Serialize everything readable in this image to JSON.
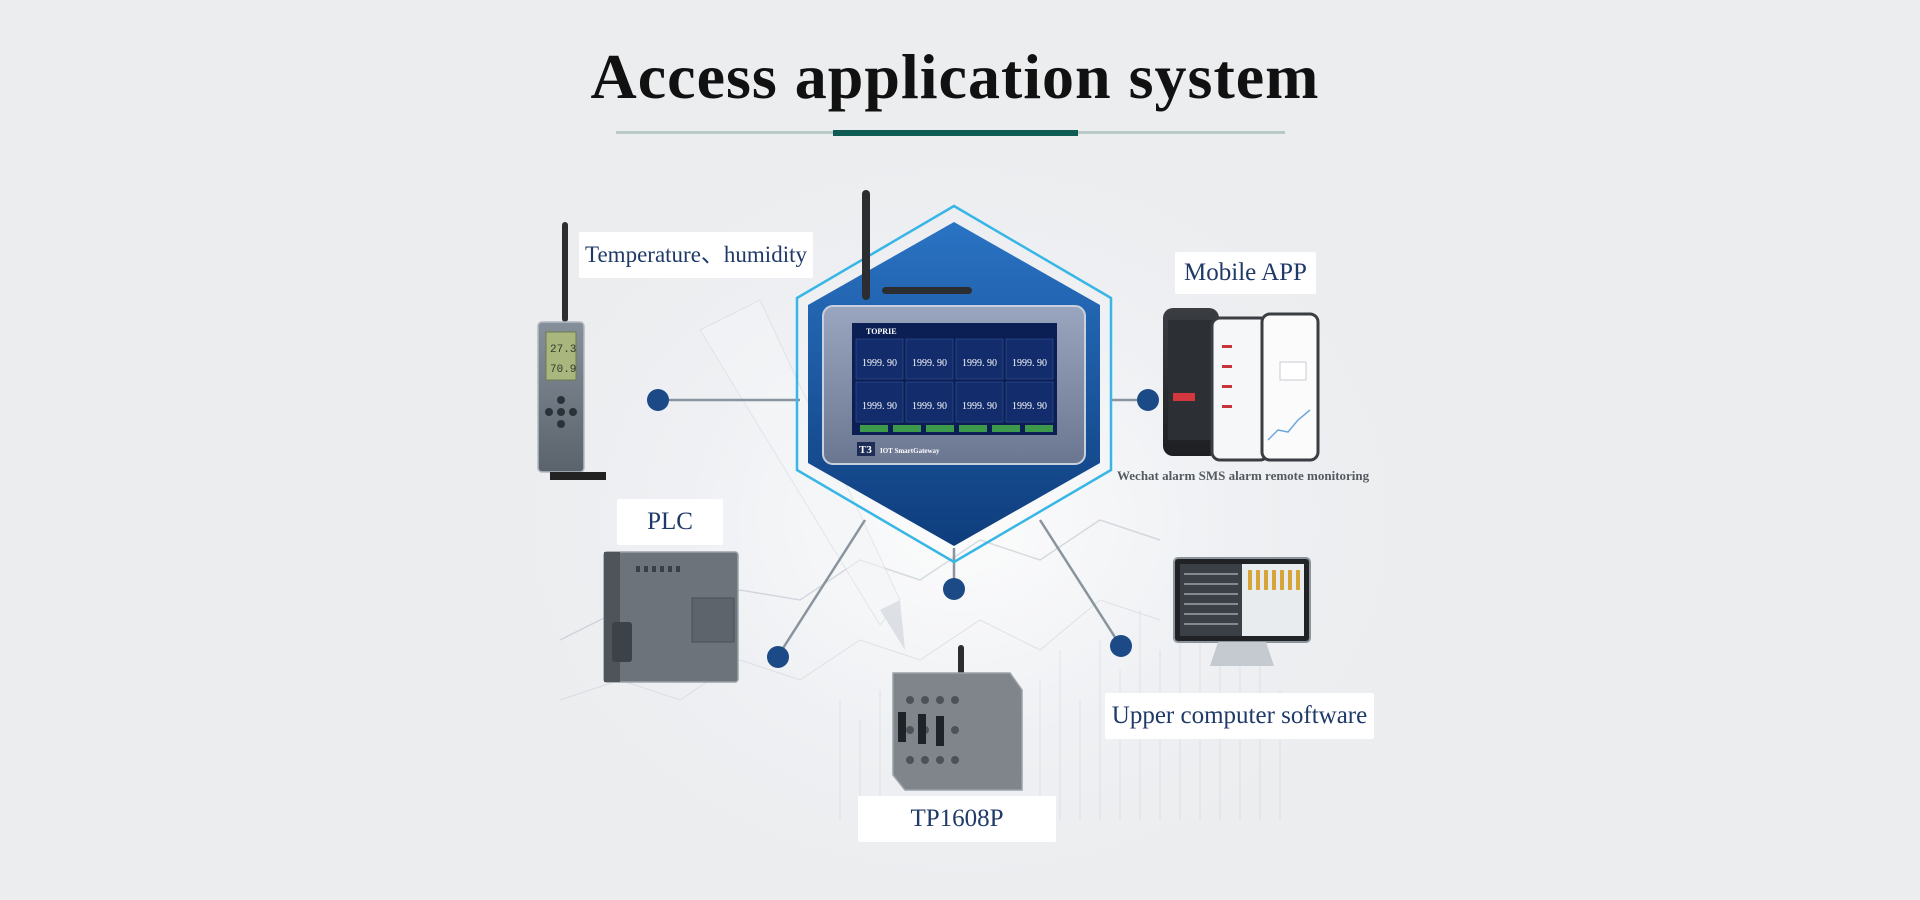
{
  "title": "Access application system",
  "labels": {
    "temp_humidity": "Temperature、humidity",
    "mobile_app": "Mobile APP",
    "plc": "PLC",
    "upper_software": "Upper computer software",
    "tp1608p": "TP1608P"
  },
  "caption": "Wechat alarm SMS alarm remote monitoring",
  "gateway_screen": {
    "brand": "TOPRIE",
    "reading": "1999. 90",
    "footer_badge": "T3",
    "footer_text": "IOT SmartGateway"
  },
  "sensor_display": {
    "line1": "27.3",
    "line2": "70.9"
  },
  "colors": {
    "accent": "#0f5c55",
    "node": "#1b4a86",
    "label_text": "#1f3a68",
    "hex_outline": "#38b6e6",
    "hex_fill": "#1c5aa5"
  }
}
